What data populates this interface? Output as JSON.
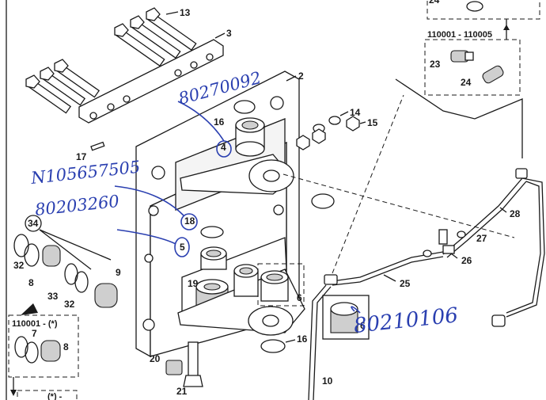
{
  "callouts": {
    "p13": "13",
    "p3": "3",
    "p2": "2",
    "p14": "14",
    "p15": "15",
    "p16a": "16",
    "p4": "4",
    "p17": "17",
    "p18": "18",
    "p5": "5",
    "p34": "34",
    "p32a": "32",
    "p8a": "8",
    "p33": "33",
    "p32b": "32",
    "p9": "9",
    "p19": "19",
    "p6a": "6",
    "p6b": "6",
    "p7": "7",
    "p8b": "8",
    "p16b": "16",
    "p10": "10",
    "p20": "20",
    "p21": "21",
    "p23": "23",
    "p24a": "24",
    "p24b": "24",
    "p25": "25",
    "p26": "26",
    "p27": "27",
    "p28": "28"
  },
  "ranges": {
    "top_right": "110001 - 110005",
    "left_inset": "110001 - (*)",
    "bottom_left": "(*) -"
  },
  "handwritten": {
    "note_4": "80270092",
    "note_18": "N105657505",
    "note_5": "80203260",
    "note_6": "80210106"
  },
  "ink_color": "#2a3fb0"
}
